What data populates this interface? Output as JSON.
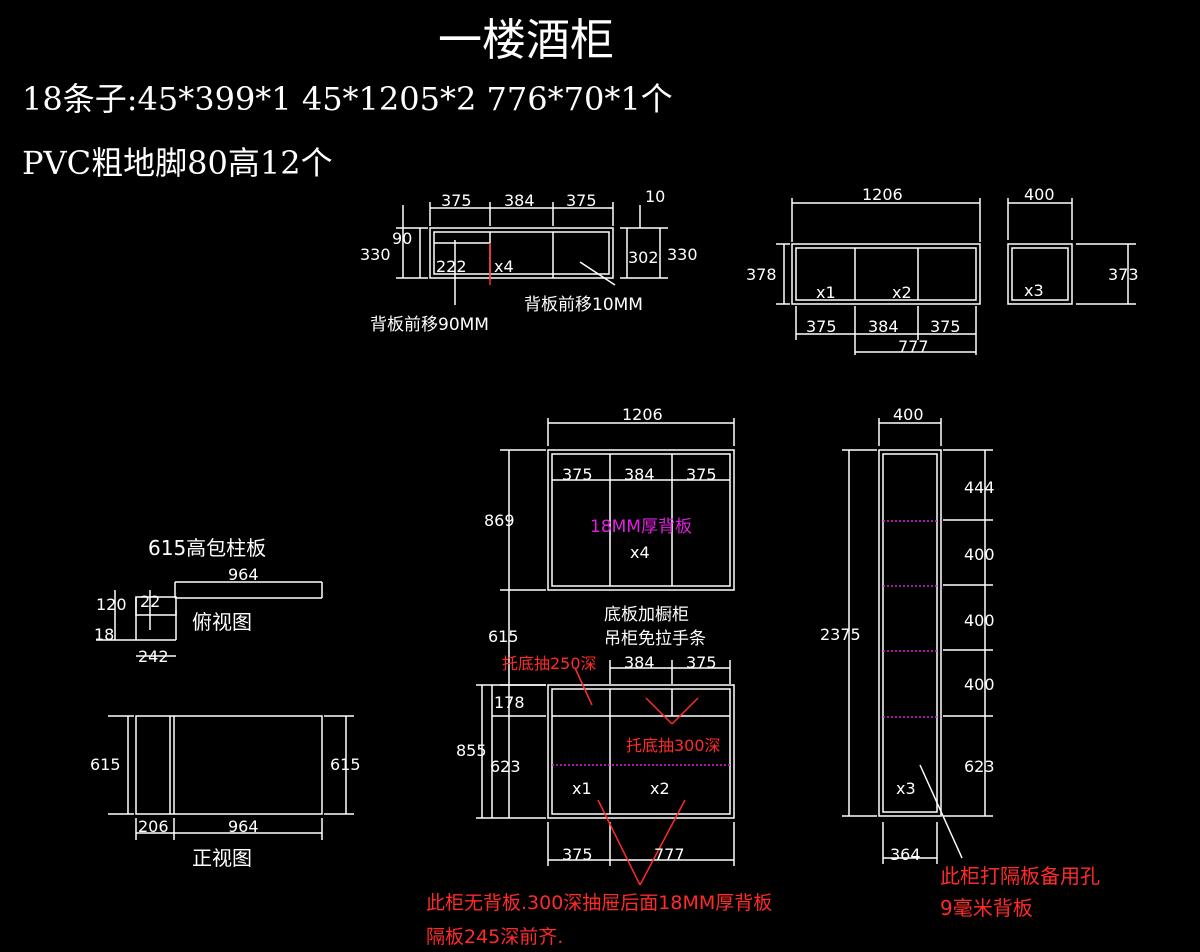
{
  "title": "一楼酒柜",
  "spec_line_1": "18条子:45*399*1   45*1205*2   776*70*1个",
  "spec_line_2": "PVC粗地脚80高12个",
  "colors": {
    "background": "#000000",
    "line": "#ffffff",
    "red": "#ff2a2a",
    "magenta": "#e020e0"
  },
  "side_section": {
    "dims": {
      "w1": "375",
      "w2": "384",
      "w3": "375",
      "gap": "10",
      "h_left": "330",
      "top": "90",
      "inner": "222",
      "right_inner": "302",
      "h_right": "330"
    },
    "count": "x4",
    "note_left": "背板前移90MM",
    "note_right": "背板前移10MM"
  },
  "top_box": {
    "width": "1206",
    "height": "378",
    "labels": [
      "x1",
      "x2"
    ],
    "bottom_dims": [
      "375",
      "384",
      "375"
    ],
    "total_right": "777"
  },
  "small_box": {
    "width": "400",
    "height": "373",
    "label": "x3"
  },
  "column_panel": {
    "title": "615高包柱板",
    "top_width": "964",
    "dims": {
      "a": "120",
      "b": "22",
      "c": "18",
      "d": "242"
    },
    "top_view_label": "俯视图",
    "front_height_left": "615",
    "front_height_right": "615",
    "front_left_dim": "206",
    "front_width": "964",
    "front_view_label": "正视图"
  },
  "main_elevation": {
    "width": "1206",
    "upper_cols": [
      "375",
      "384",
      "375"
    ],
    "upper_height": "869",
    "upper_note": "18MM厚背板",
    "upper_count": "x4",
    "gap_height": "615",
    "note_mid_1": "底板加橱柜",
    "note_mid_2": "吊柜免拉手条",
    "lower_cols_top": [
      "384",
      "375"
    ],
    "drawer_note_left": "托底抽250深",
    "drawer_height": "178",
    "lower_total": "855",
    "drawer_note_right": "托底抽300深",
    "lower_height": "623",
    "lower_labels": [
      "x1",
      "x2"
    ],
    "lower_widths": [
      "375",
      "777"
    ]
  },
  "tall_cabinet": {
    "width": "400",
    "total_height": "2375",
    "section_heights": [
      "444",
      "400",
      "400",
      "400",
      "623"
    ],
    "label": "x3",
    "bottom_width": "364"
  },
  "notes": {
    "bottom_red_1": "此柜无背板.300深抽屉后面18MM厚背板",
    "bottom_red_2": "隔板245深前齐.",
    "right_red_1": "此柜打隔板备用孔",
    "right_red_2": "9毫米背板"
  }
}
